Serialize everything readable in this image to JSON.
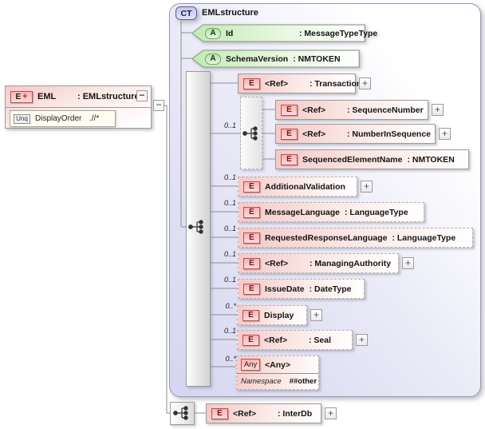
{
  "root_element": {
    "badge": "E",
    "badge_plus": "+",
    "name": "EML",
    "type": ": EMLstructure",
    "collapse_glyph": "−",
    "junction_glyph": "−",
    "unique_constraint": {
      "badge": "Unq",
      "name": "DisplayOrder",
      "selector": ".//*"
    }
  },
  "complex_type": {
    "badge": "CT",
    "title": "EMLstructure",
    "attributes": [
      {
        "badge": "A",
        "name": "Id",
        "type": ": MessageTypeType"
      },
      {
        "badge": "A",
        "name": "SchemaVersion",
        "type": ": NMTOKEN"
      }
    ],
    "rows": [
      {
        "badge": "E",
        "name": "<Ref>",
        "type": ": TransactionId",
        "card": "",
        "expand": "+"
      },
      {
        "badge": "E",
        "name": "AdditionalValidation",
        "type": "",
        "card": "0..1",
        "expand": "+"
      },
      {
        "badge": "E",
        "name": "MessageLanguage",
        "type": ": LanguageType",
        "card": "0..1"
      },
      {
        "badge": "E",
        "name": "RequestedResponseLanguage",
        "type": ": LanguageType",
        "card": "0..1"
      },
      {
        "badge": "E",
        "name": "<Ref>",
        "type": ": ManagingAuthority",
        "card": "0..1",
        "expand": "+"
      },
      {
        "badge": "E",
        "name": "IssueDate",
        "type": ": DateType",
        "card": "0..1"
      },
      {
        "badge": "E",
        "name": "Display",
        "type": "",
        "card": "0..*",
        "expand": "+"
      },
      {
        "badge": "E",
        "name": "<Ref>",
        "type": ": Seal",
        "card": "0..1",
        "expand": "+"
      }
    ],
    "nested_sequence": {
      "card": "0..1",
      "rows": [
        {
          "badge": "E",
          "name": "<Ref>",
          "type": ": SequenceNumber",
          "expand": "+"
        },
        {
          "badge": "E",
          "name": "<Ref>",
          "type": ": NumberInSequence",
          "expand": "+"
        },
        {
          "badge": "E",
          "name": "SequencedElementName",
          "type": ": NMTOKEN"
        }
      ]
    },
    "any": {
      "badge": "Any",
      "name": "<Any>",
      "card": "0..*",
      "namespace_label": "Namespace",
      "namespace_value": "##other"
    }
  },
  "footer": {
    "row": {
      "badge": "E",
      "name": "<Ref>",
      "type": ": InterDb",
      "expand": "+"
    }
  },
  "colors": {
    "element_pink": "#f5c9c9",
    "attribute_green": "#b5e5a9",
    "container_lavender": "#d5d5f0",
    "badge_red_border": "#c24a4a"
  }
}
